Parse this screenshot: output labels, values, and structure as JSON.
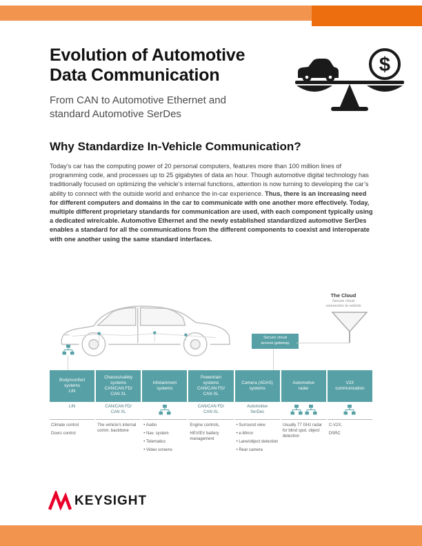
{
  "colors": {
    "orange_light": "#F2934E",
    "orange_dark": "#ED6E0E",
    "teal": "#57A0A6",
    "brand_red": "#E90029"
  },
  "doc": {
    "title": "Evolution of Automotive\nData Communication",
    "subtitle": "From CAN to Automotive Ethernet and\nstandard Automotive SerDes",
    "section_heading": "Why Standardize In-Vehicle Communication?",
    "body_intro": "Today’s car has the computing power of 20 personal computers, features more than 100 million lines of programming code, and processes up to 25 gigabytes of data an hour. Though automotive digital technology has traditionally focused on optimizing the vehicle’s internal functions, attention is now turning to developing the car’s ability to connect with the outside world and enhance the in-car experience. ",
    "body_emphasis": "Thus, there is an increasing need for different computers and domains in the car to communicate with one another more effectively. Today, multiple different proprietary standards for communication are used, with each component typically using a dedicated wire/cable. Automotive Ethernet and the newly established standardized automotive SerDes enables a standard for all the communications from the different components to coexist and interoperate with one another using the same standard interfaces."
  },
  "illustration": {
    "dollar_sign": "$"
  },
  "diagram": {
    "cloud_label": "The Cloud",
    "cloud_note": "Secure cloud\nconnection to vehicle",
    "gateway_label": "Secure cloud\naccess gateway",
    "columns": [
      {
        "header": "Body/comfort\nsystems\nLIN",
        "protocol": "LIN",
        "items": [
          "Climate control",
          "Doors control"
        ]
      },
      {
        "header": "Chassis/safety\nsystems\nCAN/CAN FD/\nCAN XL",
        "protocol": "CAN/CAN FD/\nCAN XL",
        "items": [
          "The vehicle’s internal comm. backbone"
        ]
      },
      {
        "header": "Infotainment\nsystems",
        "protocol": "",
        "items": [
          "• Audio",
          "• Nav. system",
          "• Telematics",
          "• Video screens"
        ]
      },
      {
        "header": "Powertrain\nsystems\nCAN/CAN FD/\nCAN XL",
        "protocol": "CAN/CAN FD/\nCAN XL",
        "items": [
          "Engine controls,",
          "HEV/EV battery management"
        ]
      },
      {
        "header": "Camera (ADAS)\nsystems",
        "protocol": "Automotive\nSerDes",
        "items": [
          "• Surround view",
          "• e-Mirror",
          "• Lane/object detection",
          "• Rear camera"
        ]
      },
      {
        "header": "Automotive\nradar",
        "protocol": "",
        "items": [
          "Usually 77 GHz radar for blind spot, object detection"
        ]
      },
      {
        "header": "V2X\ncommunication",
        "protocol": "",
        "items": [
          "C-V2X,",
          "DSRC"
        ]
      }
    ]
  },
  "footer": {
    "logo_text": "KEYSIGHT"
  }
}
